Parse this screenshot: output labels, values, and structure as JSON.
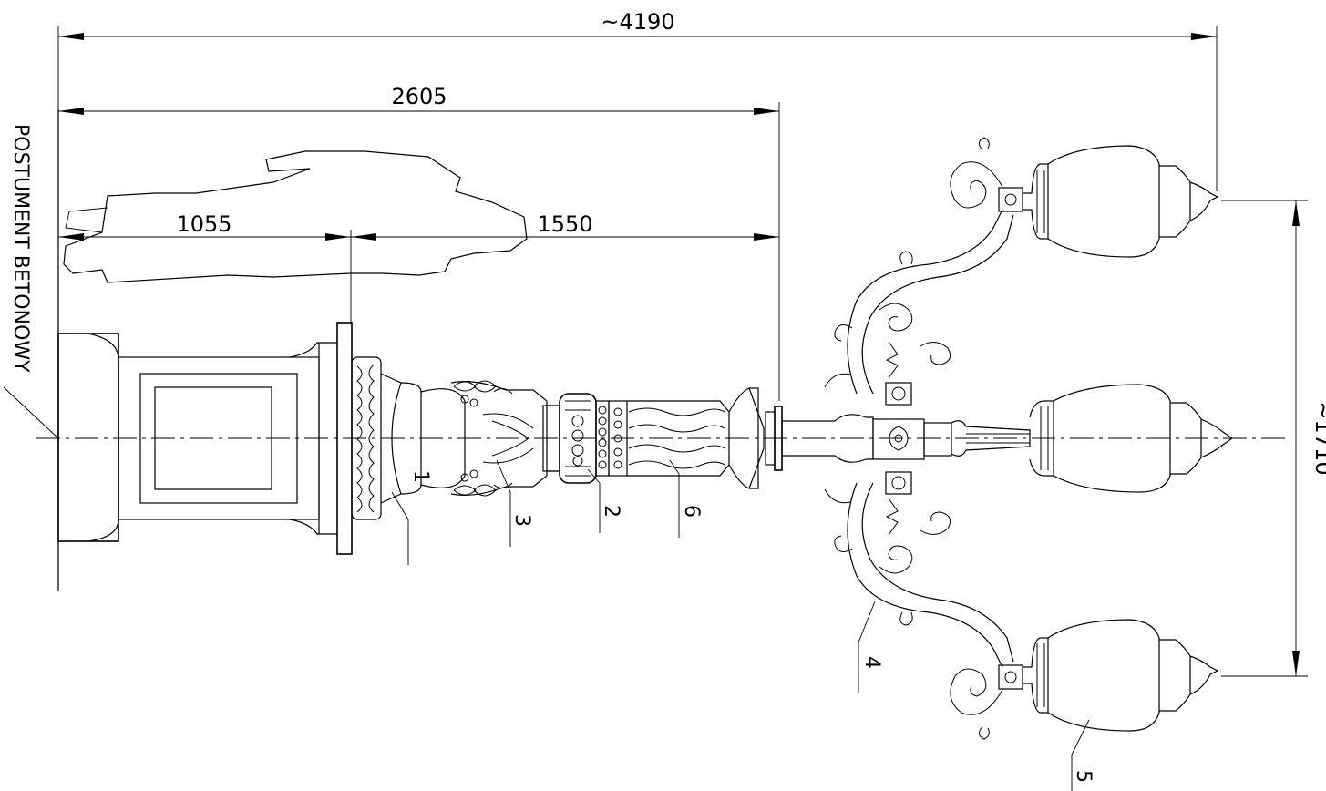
{
  "dimensions": {
    "overall_length": "~4190",
    "to_lamp_start": "2605",
    "pedestal_part": "1055",
    "column_part": "1550",
    "lamp_spread": "~1710"
  },
  "labels": {
    "pedestal": "POSTUMENT BETONOWY"
  },
  "part_numbers": [
    "1",
    "2",
    "3",
    "4",
    "5",
    "6"
  ]
}
